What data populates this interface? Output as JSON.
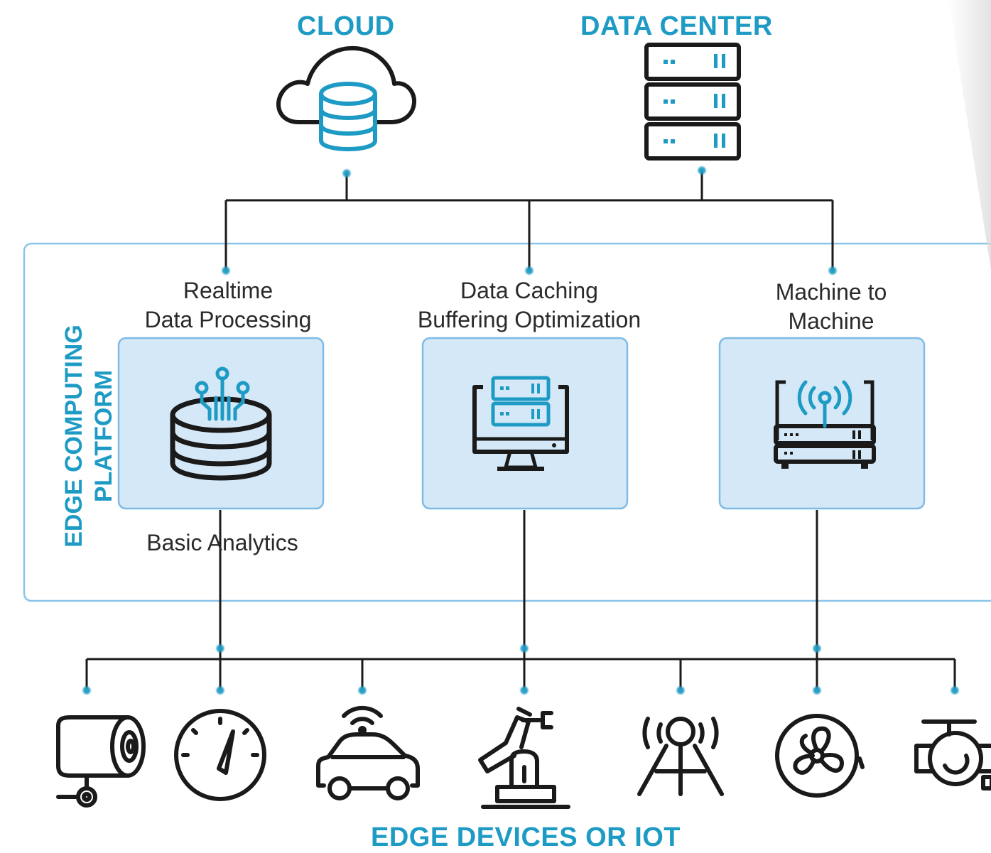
{
  "tiers": {
    "cloud": {
      "label": "CLOUD",
      "icon": "cloud-database-icon"
    },
    "data_center": {
      "label": "DATA CENTER",
      "icon": "server-rack-icon"
    }
  },
  "platform": {
    "label_line1": "EDGE COMPUTING",
    "label_line2": "PLATFORM",
    "nodes": [
      {
        "line1": "Realtime",
        "line2": "Data Processing",
        "sublabel": "Basic Analytics",
        "icon": "database-circuit-icon"
      },
      {
        "line1": "Data Caching",
        "line2": "Buffering Optimization",
        "icon": "monitor-server-icon"
      },
      {
        "line1": "Machine to",
        "line2": "Machine",
        "icon": "wireless-router-icon"
      }
    ]
  },
  "devices": {
    "label": "EDGE DEVICES OR IOT",
    "icons": [
      "cctv-camera-icon",
      "gauge-icon",
      "connected-car-icon",
      "robotic-arm-icon",
      "antenna-tower-icon",
      "fan-icon",
      "valve-icon"
    ]
  },
  "colors": {
    "accent": "#1e9bc4",
    "node_fill": "#d5e8f7",
    "node_border": "#7fbbe6",
    "line": "#1a1a1a",
    "connector_dot": "#1e9bc4"
  }
}
